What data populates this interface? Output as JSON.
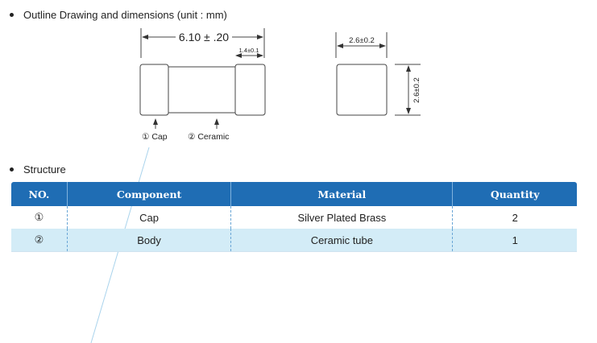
{
  "sections": {
    "outline": "Outline Drawing and dimensions (unit : mm)",
    "structure": "Structure"
  },
  "drawing": {
    "overall_length": "6.10 ± .20",
    "cap_length": "1.4±0.1",
    "width": "2.6±0.2",
    "height": "2.6±0.2",
    "label_cap": "① Cap",
    "label_ceramic": "② Ceramic"
  },
  "table": {
    "headers": [
      "NO.",
      "Component",
      "Material",
      "Quantity"
    ],
    "rows": [
      [
        "①",
        "Cap",
        "Silver Plated Brass",
        "2"
      ],
      [
        "②",
        "Body",
        "Ceramic tube",
        "1"
      ]
    ]
  },
  "colors": {
    "header": "#1f6db4",
    "alt_row": "#d3ecf7"
  }
}
